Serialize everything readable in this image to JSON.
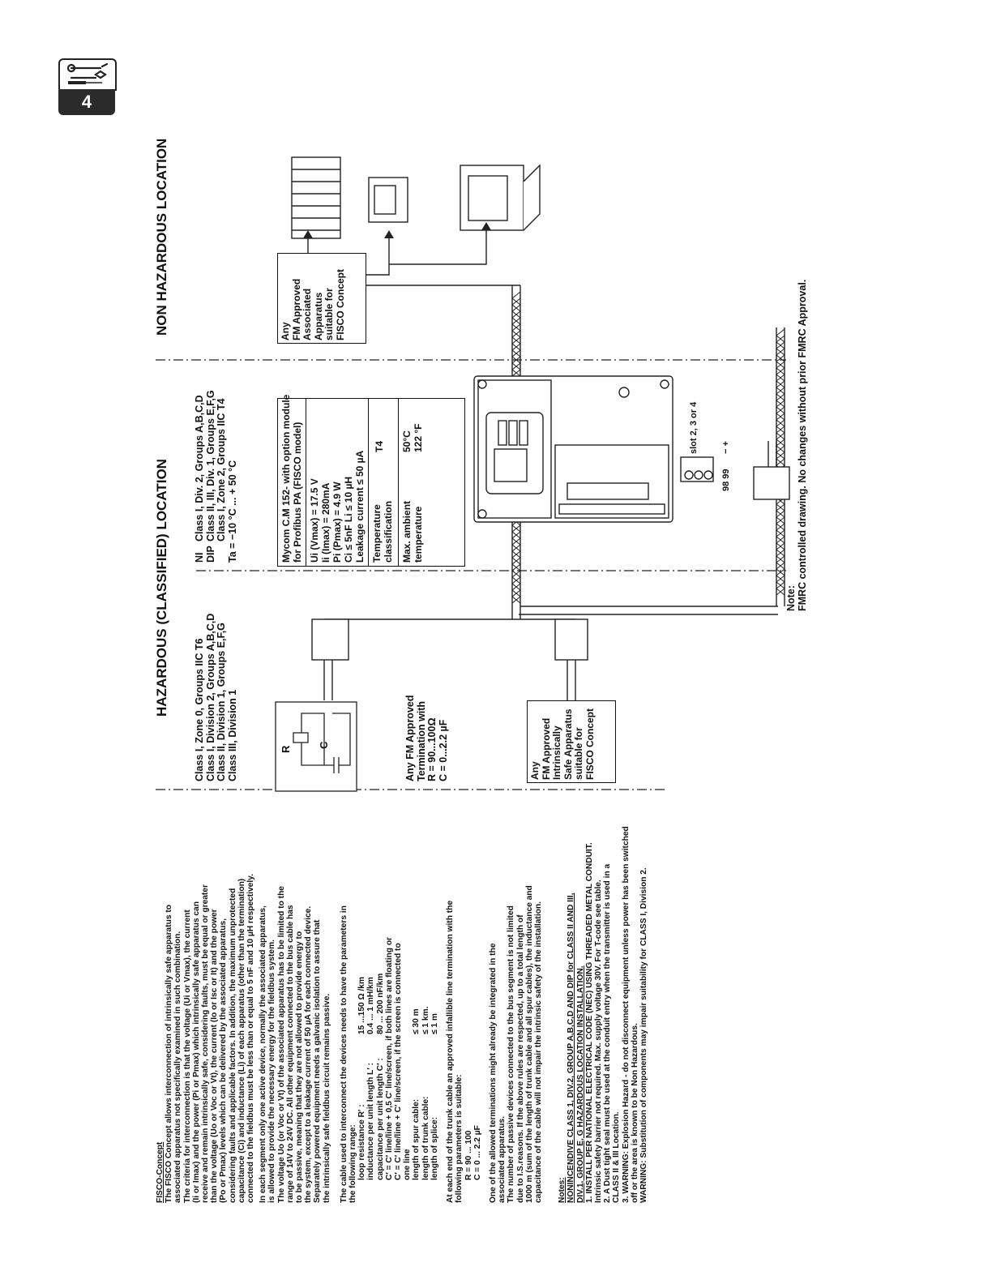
{
  "page_badge": {
    "number": "4",
    "icon": "tools-icon"
  },
  "headings": {
    "hazardous": "HAZARDOUS (CLASSIFIED) LOCATION",
    "non_hazardous": "NON HAZARDOUS LOCATION"
  },
  "classes_left": [
    "Class I, Zone 0, Groups IIC T6",
    "Class I, Division 2, Groups A,B,C,D",
    "Class II, Division 1, Groups E,F,G",
    "Class III, Division 1"
  ],
  "classes_right": {
    "ni": "NI",
    "ni_text": "Class I, Div. 2, Groups A,B,C,D",
    "dip": "DIP",
    "dip_text": "Class II, III, Div. 1, Groups E,F,G",
    "zone_text": "Class I, Zone 2, Groups IIC T4",
    "ta_text": "Ta = −10 °C ... + 50 °C"
  },
  "termination": {
    "r_label": "R",
    "c_label": "C",
    "lines": [
      "Any FM Approved",
      "Termination with",
      "R = 90...100Ω",
      "C =   0...2.2 µF"
    ]
  },
  "intrinsically_safe_apparatus": [
    "Any",
    "FM Approved",
    "Intrinsically",
    "Safe Apparatus",
    "suitable for",
    "FISCO Concept"
  ],
  "associated_apparatus": [
    "Any",
    "FM Approved",
    "Associated",
    "Apparatus",
    "suitable for",
    "FISCO Concept"
  ],
  "mycom": {
    "title_lines": [
      "Mycom C.M 152- with option module",
      "for Profibus PA (FISCO model)"
    ],
    "params": [
      "Ui (Vmax) = 17.5 V",
      "Ii (Imax)  = 280mA",
      "Pi (Pmax) = 4.9 W",
      "Ci  ≤  5nF       Li  ≤  10 µH",
      "Leakage current  ≤  50 µA"
    ],
    "table": [
      {
        "label1": "Temperature",
        "label2": "classification",
        "value1": "T4",
        "value2": ""
      },
      {
        "label1": "Max. ambient",
        "label2": "temperature",
        "value1": "50°C",
        "value2": "122 °F"
      }
    ]
  },
  "terminals": {
    "numbers": "98 99",
    "polarity": "−   +",
    "slot_label": "slot 2, 3 or 4"
  },
  "note": {
    "title": "Note:",
    "text": "FMRC controlled drawing. No changes without prior FMRC Approval."
  },
  "fisco": {
    "title": "FISCO-Concept",
    "p1": [
      "The FISCO Concept allows interconnection of intrinsically safe apparatus to",
      "associated apparatus not specifically examined in such combination.",
      "The criteria for interconnection is that the voltage (Ui or Vmax), the current",
      "(Ii or Imax) and the power (Pi or Pmax) which intrinsically safe apparatus can",
      "receive and remain intrinsically safe, considering faults, must be equal or greater",
      "than the voltage (Uo or Voc or Vt), the current (Io or Isc or It) and the power",
      "(Po or Pmax) levels which can be delivered by the associated apparatus,",
      "considering faults and applicable factors. In addition, the maximum unprotected",
      "capacitance (Ci) and inductance (Li) of each apparatus (other than the termination)",
      "connected to the fieldbus must be less than or equal to 5 nF and 10 µH respectively."
    ],
    "p2": [
      "In each segment only one active device, normally the associated apparatus,",
      "is allowed to provide the necessary energy for the fieldbus system.",
      "The voltage Uo (or Voc or Vt) of the associated apparatus has to be limited to the",
      "range of 14V to 24V DC. All other equipment connected to the bus cable has",
      "to be passive, meaning that they are not allowed to provide energy to",
      "the system, except to a leakage current of 50 µA for each connected device.",
      "Separately powered equipment needs a galvanic isolation to assure that",
      "the intrinsically safe fieldbus circuit remains passive."
    ],
    "p3": [
      "The cable used to interconnect the devices needs to have the parameters in",
      "the following range:"
    ],
    "params": [
      {
        "label": "loop resistance R′ :",
        "value": "15 ...150 Ω /km"
      },
      {
        "label": "inductance per unit length L′ :",
        "value": "0.4 ... 1 mH/km"
      },
      {
        "label": "capacitance per unit length C′ :",
        "value": "80 ... 200 nF/km"
      }
    ],
    "cprime": [
      "C′ = C′  line/line + 0,5 C′ line/screen, if both lines are floating or",
      "C′ = C′  line/line + C′ line/screen, if the screen is connected to",
      "one line"
    ],
    "lengths": [
      {
        "label": "length of spur cable:",
        "value": "≤  30 m"
      },
      {
        "label": "length of trunk cable:",
        "value": "≤  1 km."
      },
      {
        "label": "length of splice:",
        "value": "≤  1 m"
      }
    ],
    "p4": [
      "At each end of the trunk cable an approved infallible line termination with the",
      "following parameters is suitable:"
    ],
    "rc": [
      "R = 90 ... 100",
      "C = 0 ... 2.2 µF"
    ],
    "p5": [
      "One of the allowed terminations might already be integrated in the",
      "associated apparatus.",
      "The number of passive devices connected to the bus segment is not limited",
      "due to I.S.reasons. If the above rules are respected, up to a total length of",
      "1000 m (sum of the length of trunk cable and all spur cables), the inductance and",
      "capacitance of the cable will not impair the intrinsic safety of the installation."
    ]
  },
  "notes": {
    "title": "Notes:",
    "underlined": [
      "NONINCENDIVE  CLASS 1, DIV.2, GROUP A,B,C,D AND DIP for CLASS II AND III,",
      "DIV.1, GROUP E, G HAZARDOUS LOCATION INSTALLATION."
    ],
    "items": [
      "1.  INSTALL PER NATIONAL ELECTRICAL CODE (NEC) USING THREADED METAL CONDUIT.",
      "      Intrinsic  safety barrier not required. Max. supply voltage 30V. For T-code see table.",
      "2.  A Dust tight  seal must be used at the conduit entry when the transmitter is used in a",
      "      CLASS II & III Location.",
      "3.  WARNING: Explosion Hazard - do not disconnect equipment unless power has been switched",
      "      off or the area is known to be Non Hazardous.",
      "      WARNING: Substitution of components may impair suitability for CLASS I, Division 2."
    ]
  }
}
